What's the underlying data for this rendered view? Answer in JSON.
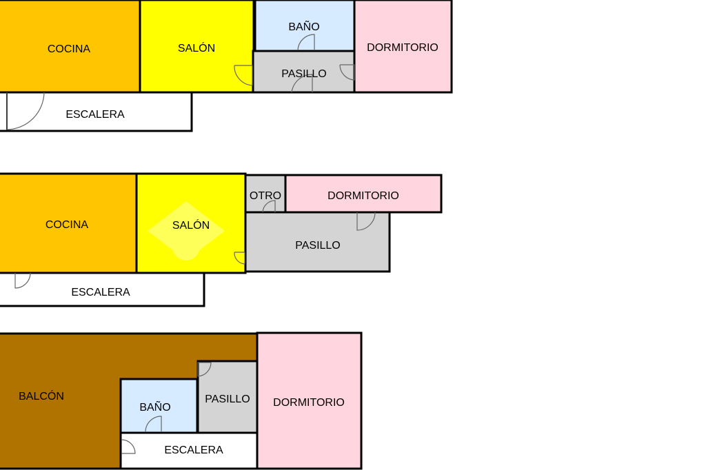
{
  "colors": {
    "cocina": "#FFC600",
    "salon": "#FFFF00",
    "bano": "#D6EBFF",
    "dormitorio": "#FFD6E0",
    "pasillo": "#D4D4D4",
    "escalera": "#FFFFFF",
    "balcon": "#B07300",
    "otro": "#D4D4D4"
  },
  "floor1": {
    "cocina": "COCINA",
    "salon": "SALÓN",
    "bano": "BAÑO",
    "dormitorio": "DORMITORIO",
    "pasillo": "PASILLO",
    "escalera": "ESCALERA"
  },
  "floor2": {
    "cocina": "COCINA",
    "salon": "SALÓN",
    "otro": "OTRO",
    "dormitorio": "DORMITORIO",
    "pasillo": "PASILLO",
    "escalera": "ESCALERA"
  },
  "floor3": {
    "balcon": "BALCÓN",
    "bano": "BAÑO",
    "pasillo": "PASILLO",
    "dormitorio": "DORMITORIO",
    "escalera": "ESCALERA"
  }
}
